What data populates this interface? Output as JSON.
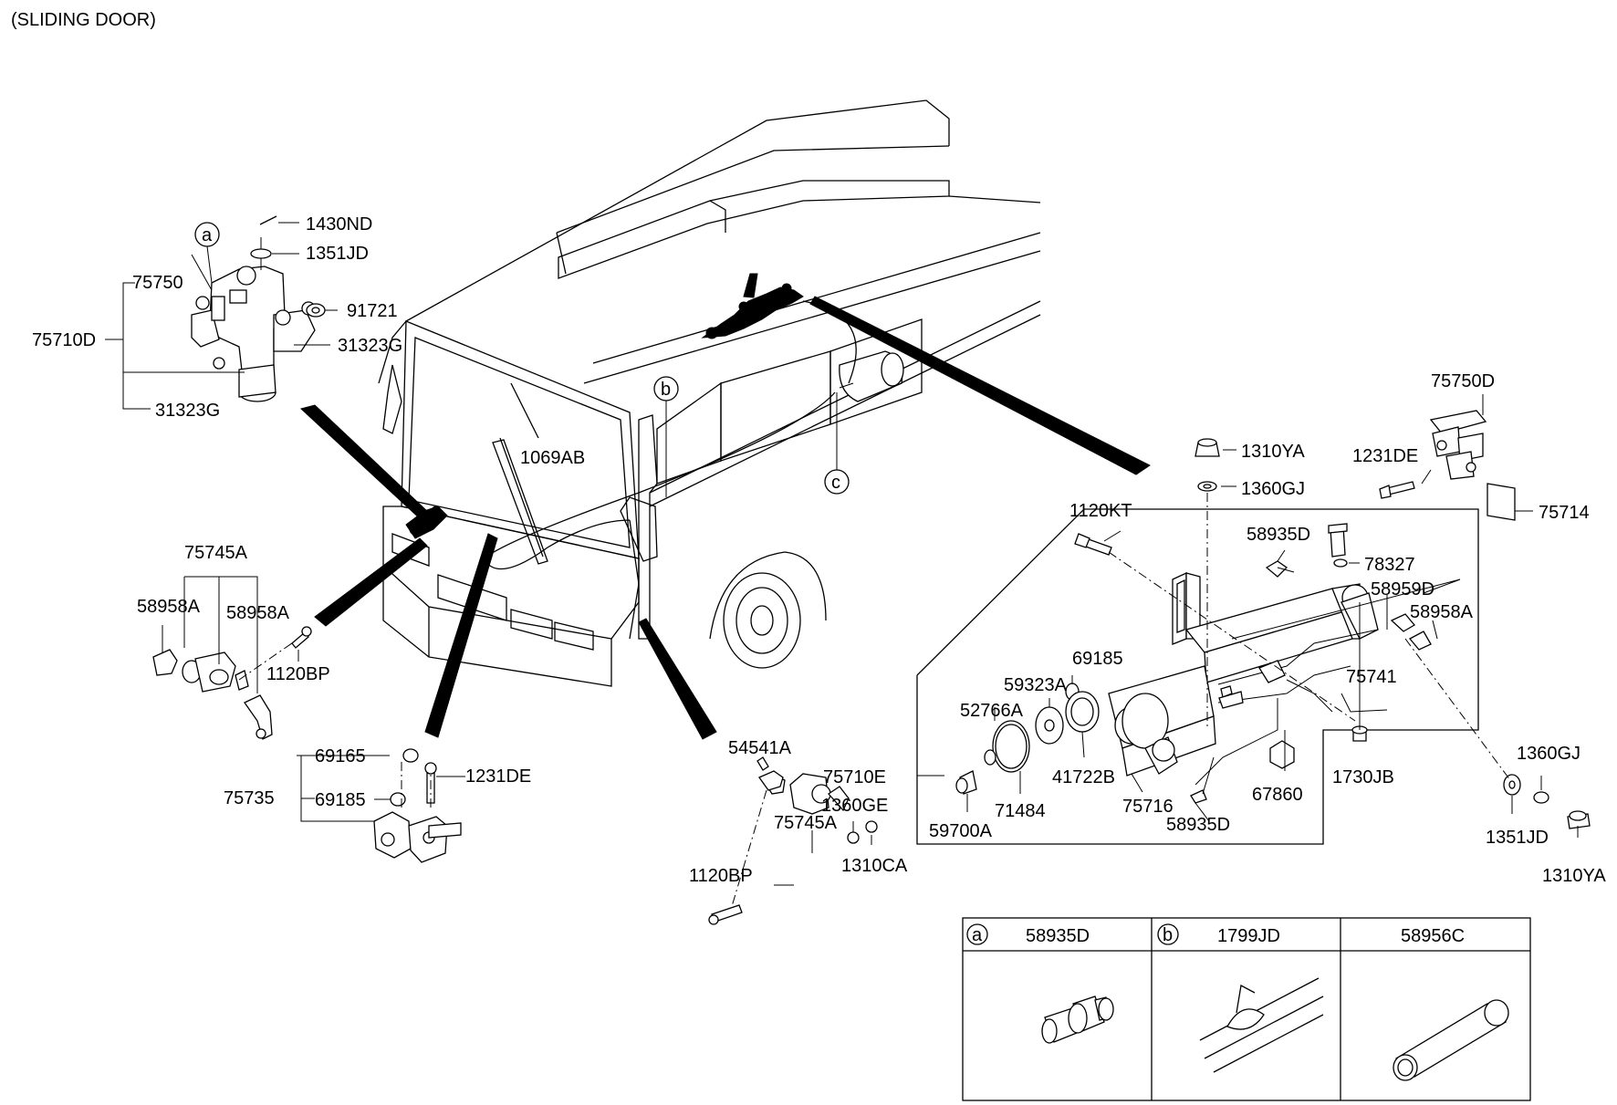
{
  "title": "(SLIDING DOOR)",
  "callouts": {
    "c1430ND": "1430ND",
    "c1351JD_top": "1351JD",
    "c75750": "75750",
    "c91721": "91721",
    "c75710D": "75710D",
    "c31323G_a": "31323G",
    "c31323G_b": "31323G",
    "c1069AB": "1069AB",
    "c75745A_left": "75745A",
    "c58958A_l1": "58958A",
    "c58958A_l2": "58958A",
    "c1120BP_left": "1120BP",
    "c69165": "69165",
    "c1231DE_left": "1231DE",
    "c75735": "75735",
    "c69185_left": "69185",
    "c54541A": "54541A",
    "c1360GE": "1360GE",
    "c75745A_mid": "75745A",
    "c1310CA": "1310CA",
    "c1120BP_mid": "1120BP",
    "c1310YA_top": "1310YA",
    "c1360GJ_top": "1360GJ",
    "c1120KT": "1120KT",
    "c75750D": "75750D",
    "c1231DE_right": "1231DE",
    "c75714": "75714",
    "c58935D_top": "58935D",
    "c78327": "78327",
    "c58959D": "58959D",
    "c58958A_right": "58958A",
    "c69185_mid": "69185",
    "c59323A": "59323A",
    "c52766A": "52766A",
    "c75741": "75741",
    "c75710E": "75710E",
    "c41722B": "41722B",
    "c71484": "71484",
    "c75716": "75716",
    "c67860": "67860",
    "c1730JB": "1730JB",
    "c58935D_bot": "58935D",
    "c59700A": "59700A",
    "c1360GJ_right": "1360GJ",
    "c1351JD_right": "1351JD",
    "c1310YA_right": "1310YA"
  },
  "markers": {
    "a": "a",
    "b": "b",
    "c": "c"
  },
  "legend": {
    "cells": [
      {
        "marker": "a",
        "part": "58935D"
      },
      {
        "marker": "b",
        "part": "1799JD"
      },
      {
        "marker": "",
        "part": "58956C"
      }
    ]
  }
}
